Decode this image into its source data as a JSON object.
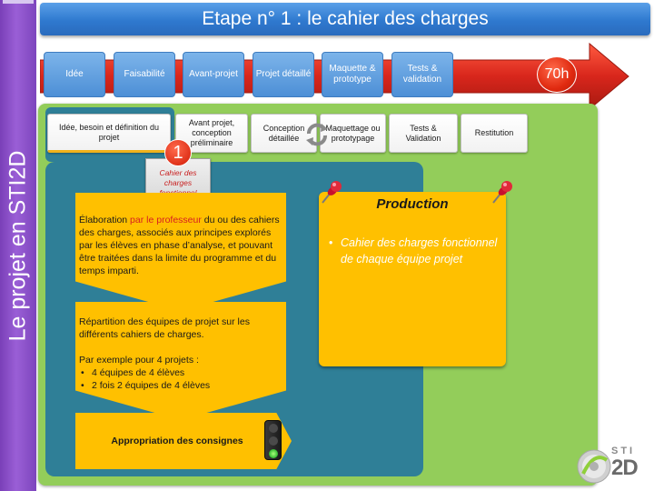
{
  "side_title": "Le projet en STI2D",
  "slide_title": "Etape n° 1 : le cahier des charges",
  "process_steps": [
    {
      "label": "Idée"
    },
    {
      "label": "Faisabilité"
    },
    {
      "label": "Avant-projet"
    },
    {
      "label": "Projet détaillé"
    },
    {
      "label": "Maquette & prototype"
    },
    {
      "label": "Tests & validation"
    }
  ],
  "hours": "70h",
  "phases": [
    {
      "label": "Idée, besoin et définition du projet"
    },
    {
      "label": "Avant projet, conception préliminaire"
    },
    {
      "label": "Conception détaillée"
    },
    {
      "label": "Maquettage ou prototypage"
    },
    {
      "label": "Tests & Validation"
    },
    {
      "label": "Restitution"
    }
  ],
  "step_number": "1",
  "step_document": "Cahier des charges fonctionnel",
  "elaboration": {
    "prefix": "Élaboration ",
    "highlight": "par le professeur",
    "suffix": " du ou des cahiers des charges, associés aux principes explorés par les élèves en phase  d’analyse, et pouvant être traitées dans la limite du programme et du temps imparti."
  },
  "repartition": {
    "text": "Répartition des équipes de projet sur les différents cahiers de charges.",
    "example_intro": "Par exemple pour 4 projets :",
    "examples": [
      "4 équipes de 4 élèves",
      "2 fois 2 équipes de 4 élèves"
    ]
  },
  "appropriation": "Appropriation des consignes",
  "production": {
    "title": "Production",
    "items": [
      "Cahier des charges fonctionnel de chaque équipe projet"
    ]
  },
  "logo": {
    "top": "STI",
    "main": "2D"
  },
  "colors": {
    "side_band": "#8a50c8",
    "title_bar": "#2f79cf",
    "red_arrow": "#d8261c",
    "green_panel": "#93cd5a",
    "teal_panel": "#2f7f97",
    "yellow": "#ffc000",
    "highlight_text": "#d82020"
  }
}
